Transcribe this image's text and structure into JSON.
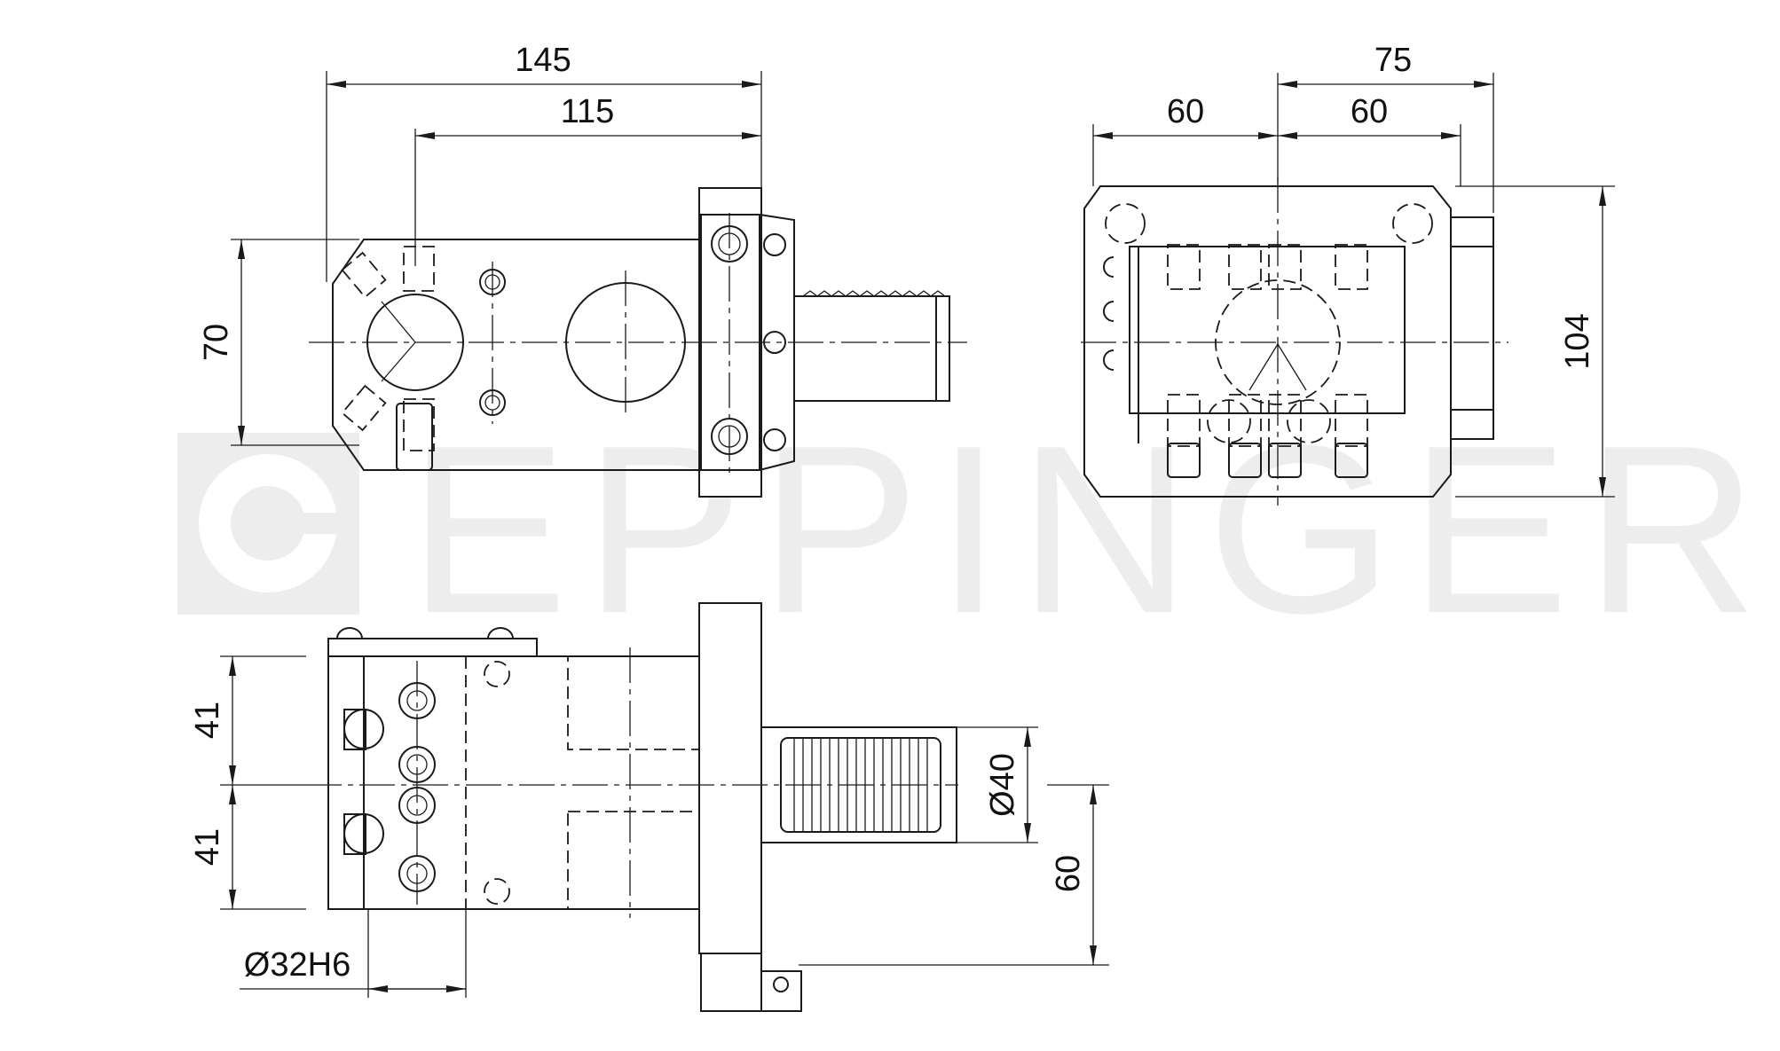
{
  "drawing": {
    "watermark": "EPPINGER",
    "accent_color": "#1a1a1a",
    "watermark_color": "#ededed",
    "top_view": {
      "dim_overall_length": "145",
      "dim_body_length": "115",
      "dim_height": "70"
    },
    "side_view": {
      "dim_total_width": "75",
      "dim_left_half": "60",
      "dim_right_half": "60",
      "dim_height": "104"
    },
    "front_view": {
      "dim_upper": "41",
      "dim_lower": "41",
      "dim_shank_diameter": "Ø40",
      "dim_center_offset": "60",
      "dim_bore": "Ø32H6"
    }
  }
}
